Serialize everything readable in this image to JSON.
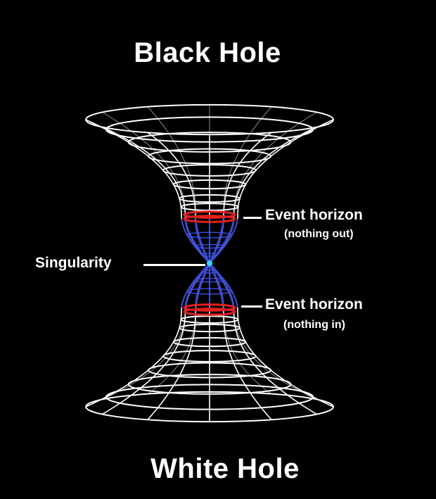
{
  "diagram": {
    "title_top": "Black Hole",
    "title_bottom": "White Hole",
    "labels": {
      "event_horizon_upper": "Event horizon",
      "event_horizon_upper_note": "(nothing out)",
      "singularity": "Singularity",
      "event_horizon_lower": "Event horizon",
      "event_horizon_lower_note": "(nothing in)"
    },
    "colors": {
      "background": "#000000",
      "wireframe": "#ffffff",
      "inner_wireframe": "#3a4ad8",
      "event_horizon_ring": "#e02020",
      "singularity_point": "#33d6ff"
    }
  }
}
